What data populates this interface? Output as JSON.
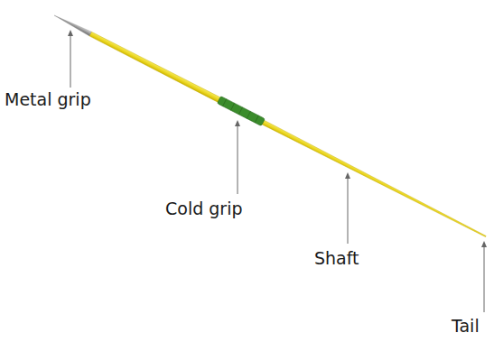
{
  "diagram": {
    "labels": [
      "Metal grip",
      "Cold grip",
      "Shaft",
      "Tail"
    ]
  }
}
